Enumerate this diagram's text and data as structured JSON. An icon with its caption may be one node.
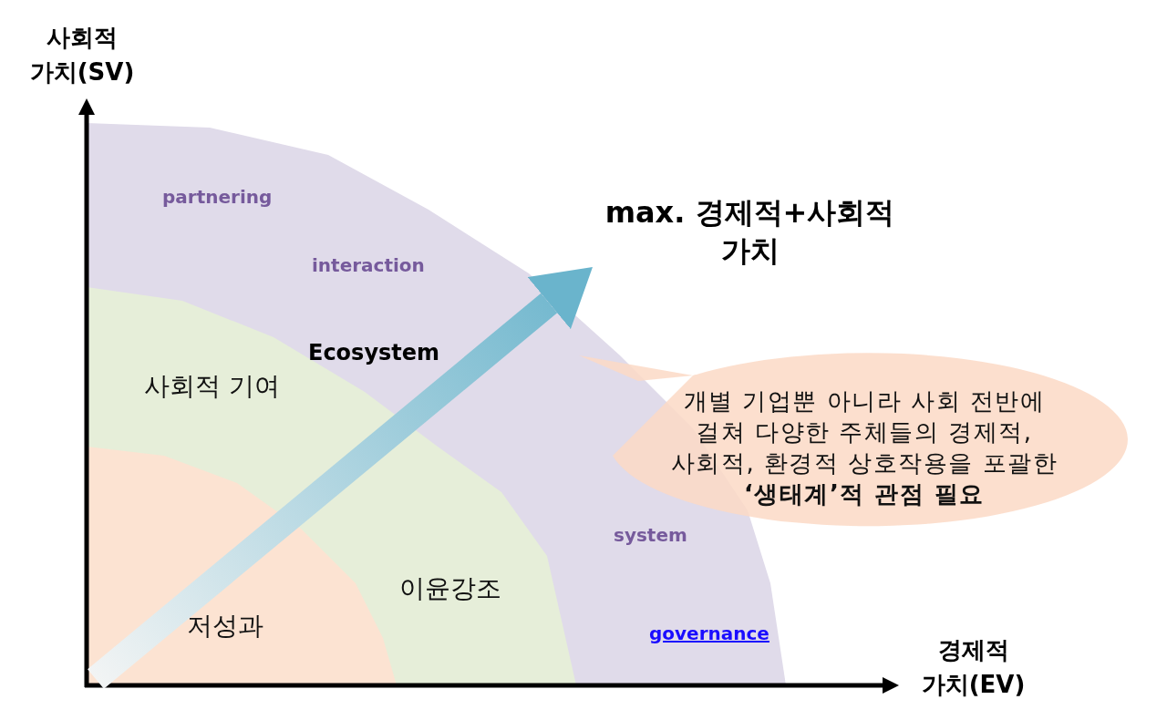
{
  "diagram": {
    "nodes": [
      {
        "text": [
          "partnering",
          "interaction",
          "system",
          "governance"
        ]
      },
      {
        "text": [
          "사회적 기여",
          "이윤강조"
        ],
        "in": 0
      },
      {
        "text": [
          "저성과"
        ],
        "in": 1
      },
      {
        "text": [
          "max. 경제적+사회적 가치"
        ]
      },
      {
        "text": [
          "개별 기업뿐 아니라 사회 전반에 걸쳐 다양한 주체들의 경제적, 사회적, 환경적 상호작용을 포괄한 **‘생태계’적 관점 필요**"
        ]
      }
    ],
    "edges": [
      {
        "from": 2,
        "to": 3,
        "arrow": "to"
      }
    ],
    "labels": [
      "Ecosystem",
      "사회적 가치(SV)",
      "경제적 가치(EV)"
    ]
  }
}
